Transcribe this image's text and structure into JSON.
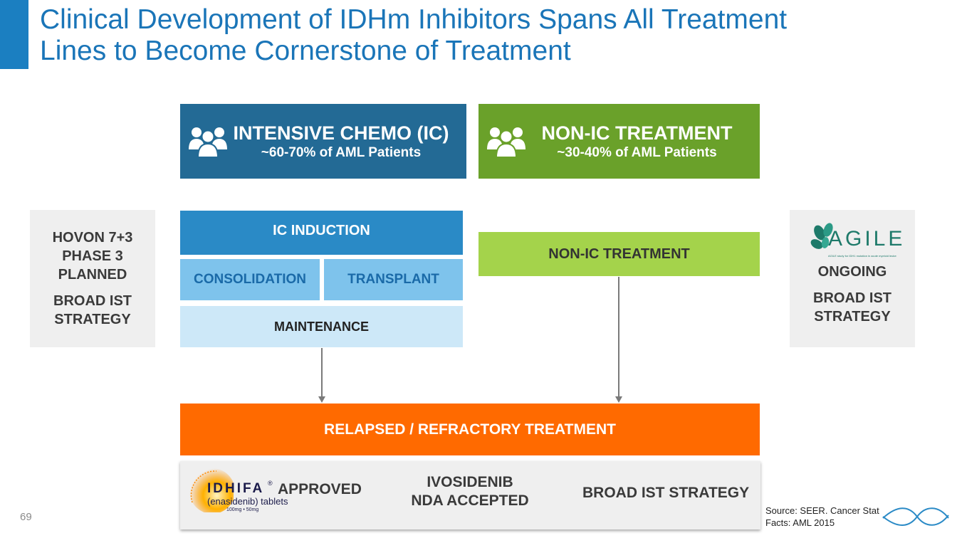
{
  "slide": {
    "title_line1": "Clinical Development of IDHm Inhibitors Spans All Treatment",
    "title_line2": "Lines to Become Cornerstone of Treatment",
    "page_number": "69"
  },
  "headers": {
    "ic": {
      "title": "INTENSIVE CHEMO (IC)",
      "subtitle": "~60-70% of AML Patients",
      "color": "#236a95",
      "icon": "people-icon"
    },
    "non_ic": {
      "title": "NON-IC TREATMENT",
      "subtitle": "~30-40% of AML Patients",
      "color": "#6aa12a",
      "icon": "people-icon"
    }
  },
  "ic_path": {
    "induction": "IC INDUCTION",
    "consolidation": "CONSOLIDATION",
    "transplant": "TRANSPLANT",
    "maintenance": "MAINTENANCE"
  },
  "non_ic_path": {
    "label": "NON-IC TREATMENT"
  },
  "left_panel": {
    "line1": "HOVON 7+3",
    "line2": "PHASE 3",
    "line3": "PLANNED",
    "line4": "BROAD IST",
    "line5": "STRATEGY"
  },
  "right_panel": {
    "logo_text": "AGILE",
    "logo_tagline": "AGILE study for IDH1 mutation in acute myeloid leukemia",
    "line1": "ONGOING",
    "line2": "BROAD IST",
    "line3": "STRATEGY"
  },
  "relapsed": {
    "label": "RELAPSED / REFRACTORY TREATMENT",
    "color": "#ff6a00"
  },
  "bottom": {
    "idhifa_brand": "IDHIFA",
    "idhifa_sub": "(enasidenib) tablets",
    "idhifa_dose": "100mg • 50mg",
    "approved": "APPROVED",
    "ivosidenib_line1": "IVOSIDENIB",
    "ivosidenib_line2": "NDA ACCEPTED",
    "broad": "BROAD IST STRATEGY"
  },
  "source": {
    "line1": "Source: SEER. Cancer Stat",
    "line2": "Facts: AML 2015"
  },
  "colors": {
    "title": "#1a75b8",
    "induction": "#2a8ac6",
    "consolidation": "#7ec3ec",
    "maintenance": "#cde8f8",
    "non_ic_light": "#a4d34b"
  }
}
